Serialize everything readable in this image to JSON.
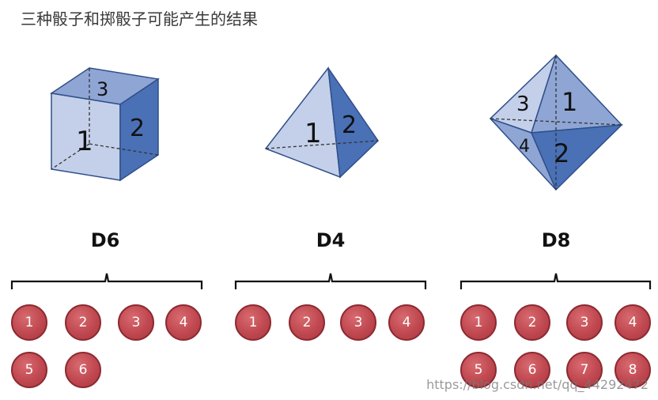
{
  "title": "三种骰子和掷骰子可能产生的结果",
  "dice": [
    {
      "name": "D6",
      "face_labels": [
        "3",
        "1",
        "2"
      ],
      "results": [
        "1",
        "2",
        "3",
        "4",
        "5",
        "6"
      ]
    },
    {
      "name": "D4",
      "face_labels": [
        "1",
        "2"
      ],
      "results": [
        "1",
        "2",
        "3",
        "4"
      ]
    },
    {
      "name": "D8",
      "face_labels": [
        "3",
        "1",
        "4",
        "2"
      ],
      "results": [
        "1",
        "2",
        "3",
        "4",
        "5",
        "6",
        "7",
        "8"
      ]
    }
  ],
  "colors": {
    "face_light": "#c4d0e9",
    "face_mid": "#8fa6d4",
    "face_dark": "#4a70b6",
    "edge": "#2f4f8a",
    "ball": "#c04850",
    "bracket": "#111111"
  },
  "watermark": "https://blog.csdn.net/qq_44292472"
}
